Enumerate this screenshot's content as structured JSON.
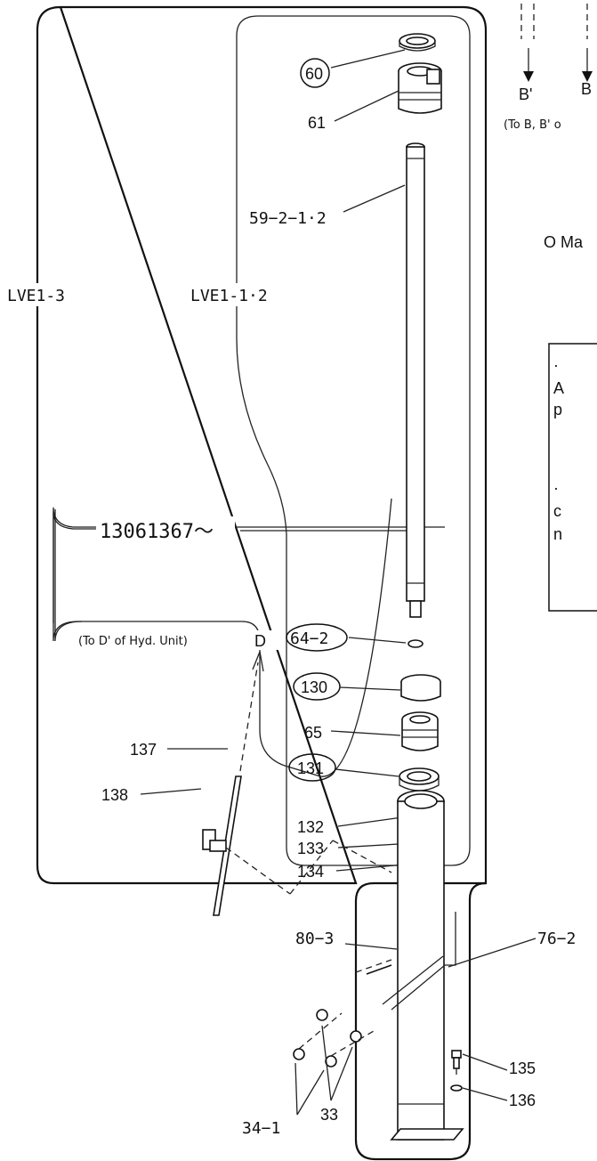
{
  "variants": {
    "outer": "LVE1-3",
    "inner": "LVE1-1·2"
  },
  "serial_note": "13061367〜",
  "pipe_note": "(To D' of Hyd. Unit)",
  "pipe_port": "D",
  "top_ports": {
    "left": "B'",
    "right": "B"
  },
  "top_note": "(To B, B' o",
  "side_note": "O Ma",
  "box_note": {
    "line1": "·",
    "line2": "A",
    "line3": "p",
    "line4": "·",
    "line5": "c",
    "line6": "n"
  },
  "parts": {
    "p60": "60",
    "p61": "61",
    "p59": "59−2−1·2",
    "p64": "64−2",
    "p130": "130",
    "p65": "65",
    "p131": "131",
    "p132": "132",
    "p133": "133",
    "p134": "134",
    "p137": "137",
    "p138": "138",
    "p80": "80−3",
    "p76": "76−2",
    "p34": "34−1",
    "p33": "33",
    "p135": "135",
    "p136": "136"
  }
}
